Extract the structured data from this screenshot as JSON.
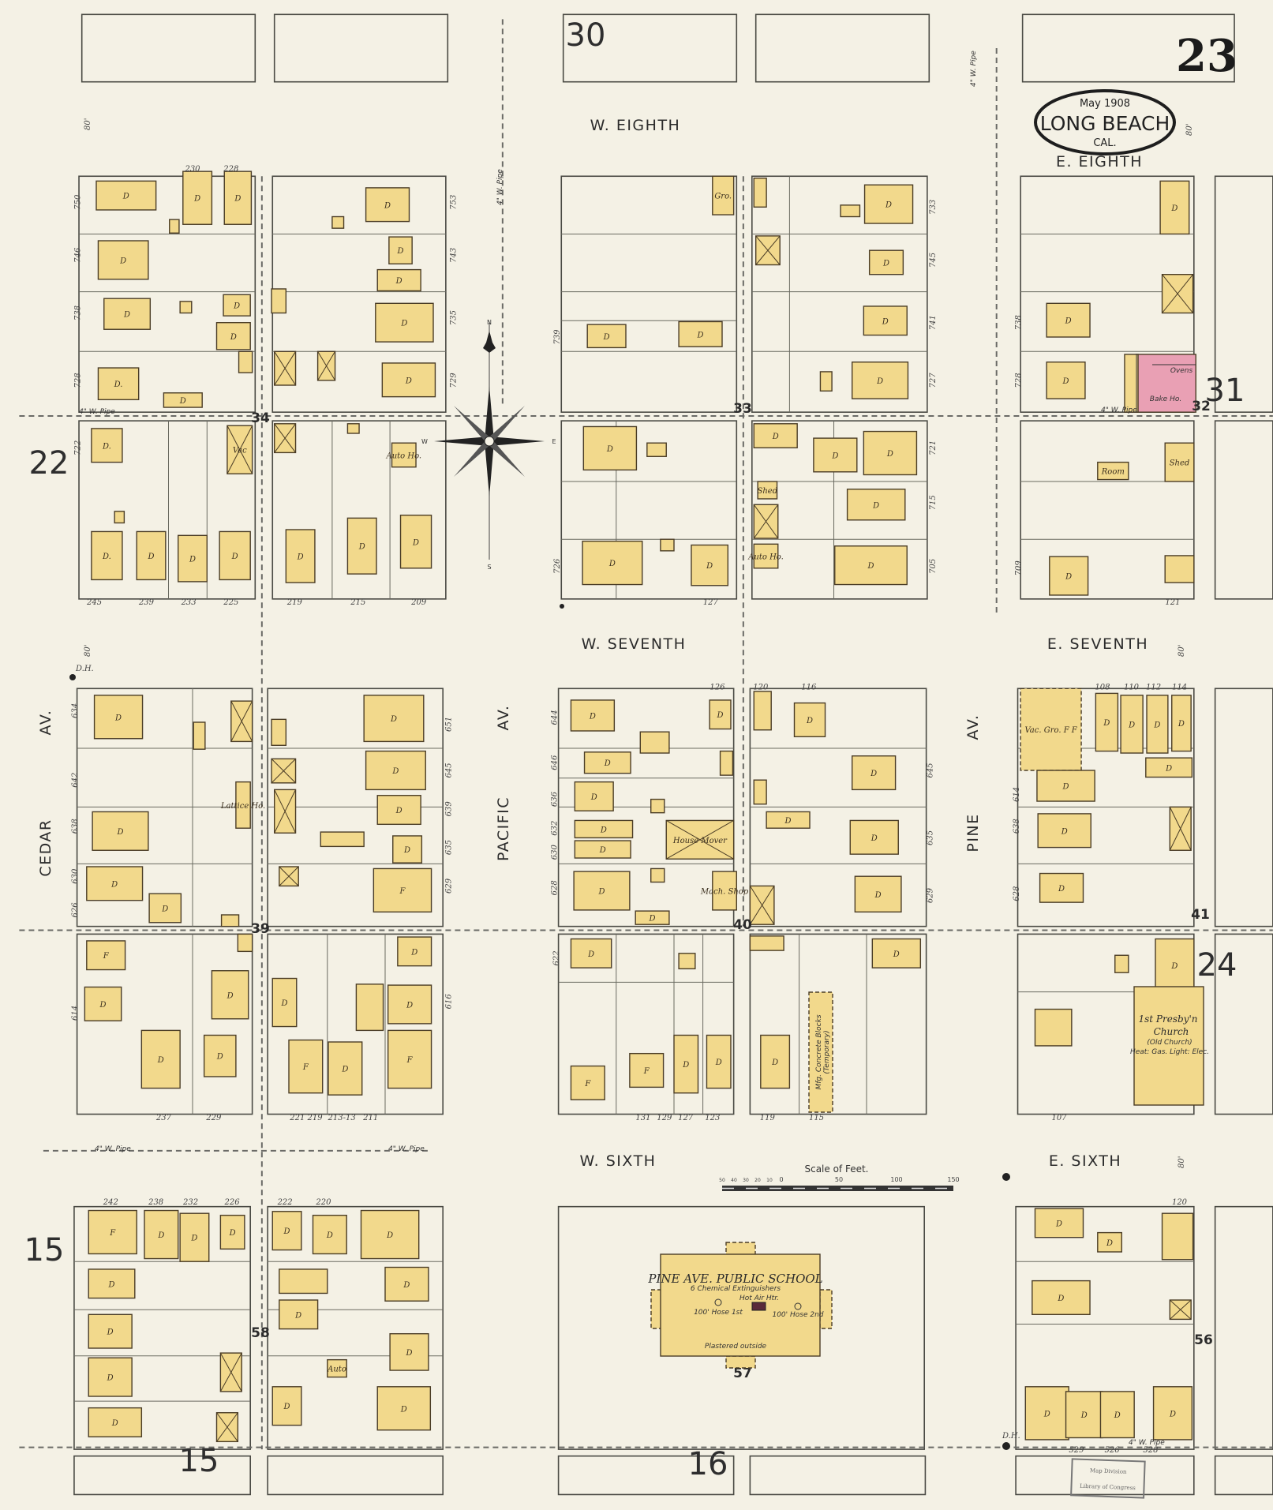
{
  "sheet": {
    "number": "23",
    "date": "May 1908",
    "city": "Long Beach",
    "state": "Cal."
  },
  "streets": {
    "w_eighth": "W. EIGHTH",
    "e_eighth": "E. EIGHTH",
    "w_seventh": "W. SEVENTH",
    "e_seventh": "E. SEVENTH",
    "w_sixth": "W. SIXTH",
    "e_sixth": "E. SIXTH",
    "cedar": "CEDAR",
    "pacific": "PACIFIC",
    "pine": "PINE",
    "av": "AV."
  },
  "adjoining_sheets": {
    "north": "30",
    "west": "22",
    "east_top": "31",
    "east_mid": "24",
    "west_bottom": "15",
    "south_left": "15",
    "south_mid": "16"
  },
  "block_numbers": [
    "34",
    "33",
    "32",
    "39",
    "40",
    "41",
    "58",
    "57",
    "56"
  ],
  "compass": {
    "n": "N",
    "s": "S",
    "e": "E",
    "w": "W"
  },
  "scale": {
    "title": "Scale of Feet.",
    "ticks": [
      "50",
      "40",
      "30",
      "20",
      "10",
      "0",
      "50",
      "100",
      "150"
    ]
  },
  "pipe_label": "4\" W. Pipe",
  "street_width": "80'",
  "hydrant_label": "D.H.",
  "landmarks": {
    "school": {
      "name": "PINE AVE. PUBLIC SCHOOL",
      "note": "6 Chemical Extinguishers",
      "heat": "Hot Air Htr.",
      "hose_left": "100' Hose 1st",
      "hose_right": "100' Hose 2nd",
      "plastered": "Plastered outside"
    },
    "church": {
      "name": "1st Presby'n",
      "name2": "Church",
      "alt": "(Old Church)",
      "note": "Heat: Gas. Light: Elec."
    },
    "bakery": {
      "ovens": "Ovens",
      "name": "Bake Ho."
    },
    "concrete": {
      "name": "Mfg. Concrete Blocks",
      "note": "(Temporary)"
    }
  },
  "stamp": {
    "line1": "Map Division",
    "line2": "Library of Congress"
  },
  "colors": {
    "paper": "#f4f1e5",
    "frame_dwelling": "#f2d98c",
    "brick": "#e9a0b4",
    "ink": "#3b2f1e"
  },
  "buildings": [
    "D",
    "D",
    "D",
    "",
    "D",
    "D",
    "D",
    "D",
    "D.",
    "D",
    "",
    "",
    "D",
    "",
    "D",
    "D",
    "D",
    "D",
    "",
    "",
    "",
    "D.",
    "D.",
    "D",
    "D",
    "D",
    "Vac",
    "",
    "",
    "D",
    "D",
    "D",
    "Auto Ho.",
    "",
    "Gro.",
    "D",
    "D",
    "",
    "",
    "D",
    "",
    "D",
    "D",
    "D",
    "",
    "D",
    "",
    "D",
    "D",
    "",
    "D",
    "D",
    "D",
    "D",
    "",
    "Auto Ho.",
    "D",
    "Shed",
    "D",
    "",
    "D",
    "D",
    "",
    "",
    "Shed",
    "Room",
    "D",
    "",
    "D",
    "",
    "",
    "D",
    "D",
    "D",
    "Lattice Ho.",
    "",
    "",
    "D",
    "D",
    "",
    "",
    "D",
    "D",
    "F",
    "",
    "",
    "D",
    "D",
    "D",
    "",
    "",
    "D",
    "D",
    "D",
    "House Mover",
    "D",
    "",
    "",
    "Mach. Shop",
    "D",
    "",
    "D",
    "D",
    "D",
    "D",
    "",
    "D",
    "",
    "Vac. Gro. F F",
    "D",
    "D",
    "D",
    "D",
    "D",
    "D",
    "D",
    "",
    "D",
    "F",
    "D",
    "D",
    "D",
    "D",
    "",
    "D",
    "F",
    "D",
    "",
    "D",
    "F",
    "D",
    "D",
    "F",
    "F",
    "D",
    "D",
    "",
    "",
    "D",
    "",
    "D",
    "",
    "",
    "D",
    "",
    "F",
    "D",
    "D",
    "D",
    "D",
    "D",
    "D",
    "D",
    "",
    "",
    "D",
    "D",
    "D",
    "",
    "D",
    "D",
    "D",
    "D",
    "D",
    "Auto",
    "D",
    "D",
    "",
    "D",
    "",
    "D",
    "D",
    "D",
    "D"
  ],
  "house_numbers": [
    "230",
    "228",
    "245",
    "239",
    "233",
    "225",
    "219",
    "215",
    "209",
    "127",
    "121",
    "108",
    "110",
    "112",
    "114",
    "126",
    "120",
    "116",
    "237",
    "229",
    "221 219",
    "213-13",
    "211",
    "131",
    "129",
    "127",
    "123",
    "119",
    "115",
    "107",
    "242",
    "238",
    "232",
    "226",
    "222",
    "220",
    "120",
    "529",
    "526",
    "528"
  ],
  "side_numbers": [
    "750",
    "746",
    "738",
    "728",
    "722",
    "753",
    "743",
    "735",
    "729",
    "739",
    "726",
    "733",
    "745",
    "741",
    "727",
    "721",
    "715",
    "705",
    "738",
    "728",
    "709",
    "634",
    "642",
    "638",
    "630",
    "626",
    "651",
    "645",
    "639",
    "635",
    "629",
    "644",
    "646",
    "636",
    "632",
    "630",
    "628",
    "645",
    "635",
    "629",
    "614",
    "638",
    "628",
    "614",
    "622",
    "616"
  ]
}
